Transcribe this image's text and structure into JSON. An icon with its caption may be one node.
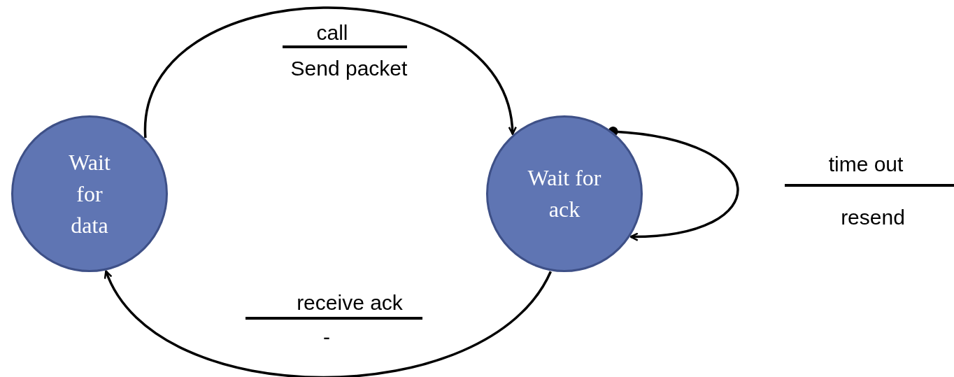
{
  "diagram": {
    "nodes": [
      {
        "text": [
          "Wait for data"
        ]
      },
      {
        "text": [
          "Wait for ack"
        ]
      }
    ],
    "edges": [
      {
        "from": 0,
        "to": 1,
        "arrow": "to"
      },
      {
        "from": 1,
        "to": 0,
        "arrow": "to"
      },
      {
        "from": 1,
        "to": 1,
        "arrow": "to"
      }
    ],
    "labels": [
      "call",
      "Send packet",
      "time out",
      "resend",
      "receive ack",
      "-"
    ]
  }
}
